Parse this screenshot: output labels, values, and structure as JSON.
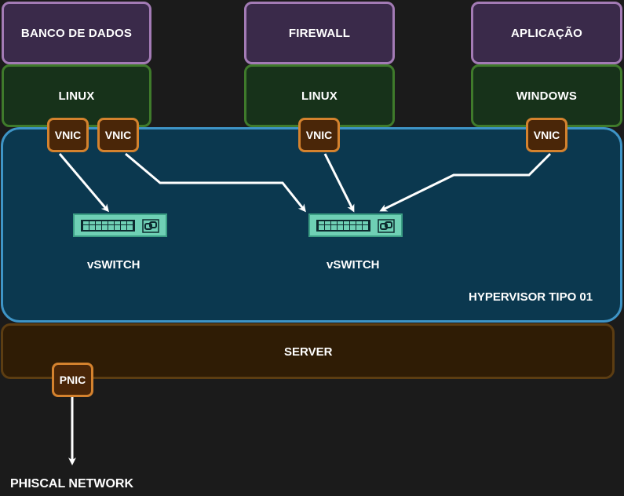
{
  "apps": {
    "app1": "BANCO DE DADOS",
    "app2": "FIREWALL",
    "app3": "APLICAÇÃO"
  },
  "os": {
    "os1": "LINUX",
    "os2": "LINUX",
    "os3": "WINDOWS"
  },
  "vnics": [
    "VNIC",
    "VNIC",
    "VNIC",
    "VNIC"
  ],
  "vswitches": [
    "vSWITCH",
    "vSWITCH"
  ],
  "hypervisor_label": "HYPERVISOR TIPO 01",
  "server_label": "SERVER",
  "pnic_label": "PNIC",
  "network_label": "PHISCAL NETWORK",
  "colors": {
    "background": "#1b1b1b",
    "app_fill": "#3a2a4a",
    "app_border": "#a37bb5",
    "os_fill": "#17321a",
    "os_border": "#3f7a2b",
    "hypervisor_fill": "#0b384f",
    "hypervisor_border": "#3e94c6",
    "server_fill": "#2f1c05",
    "nic_fill": "#4a2608",
    "nic_border": "#d4822e",
    "switch_fill": "#6fd0b5"
  },
  "icons": [
    "switch-icon",
    "link-icon",
    "arrow-icon"
  ]
}
